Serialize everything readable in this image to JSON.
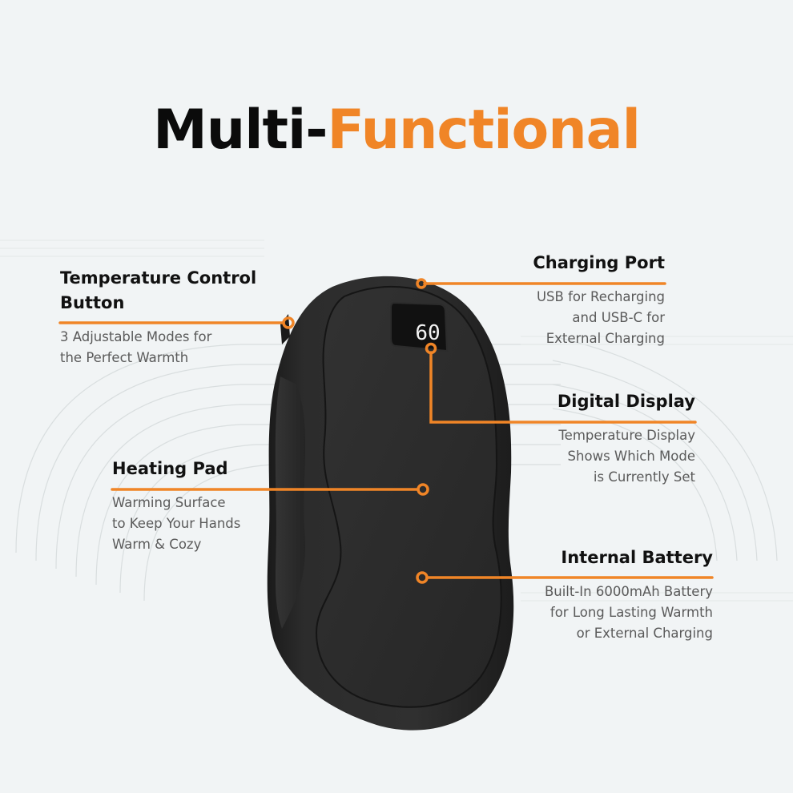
{
  "title": {
    "part1": "Multi-",
    "part2": "Functional"
  },
  "colors": {
    "accent": "#f08527",
    "background": "#f1f4f5",
    "heading": "#111111",
    "body": "#5a5a5a",
    "device": "#2a2a2a"
  },
  "device": {
    "display_value": "60"
  },
  "callouts": [
    {
      "id": "temperature-control-button",
      "heading": "Temperature Control Button",
      "heading_line1": "Temperature Control",
      "heading_line2": "Button",
      "desc_line1": "3 Adjustable Modes for",
      "desc_line2": "the Perfect Warmth"
    },
    {
      "id": "charging-port",
      "heading": "Charging Port",
      "desc_line1": "USB for Recharging",
      "desc_line2": "and USB-C for",
      "desc_line3": "External Charging"
    },
    {
      "id": "digital-display",
      "heading": "Digital Display",
      "desc_line1": "Temperature Display",
      "desc_line2": "Shows Which Mode",
      "desc_line3": "is Currently Set"
    },
    {
      "id": "heating-pad",
      "heading": "Heating Pad",
      "desc_line1": "Warming Surface",
      "desc_line2": "to Keep Your Hands",
      "desc_line3": "Warm & Cozy"
    },
    {
      "id": "internal-battery",
      "heading": "Internal Battery",
      "desc_line1": "Built-In 6000mAh Battery",
      "desc_line2": "for Long Lasting Warmth",
      "desc_line3": "or External Charging"
    }
  ]
}
